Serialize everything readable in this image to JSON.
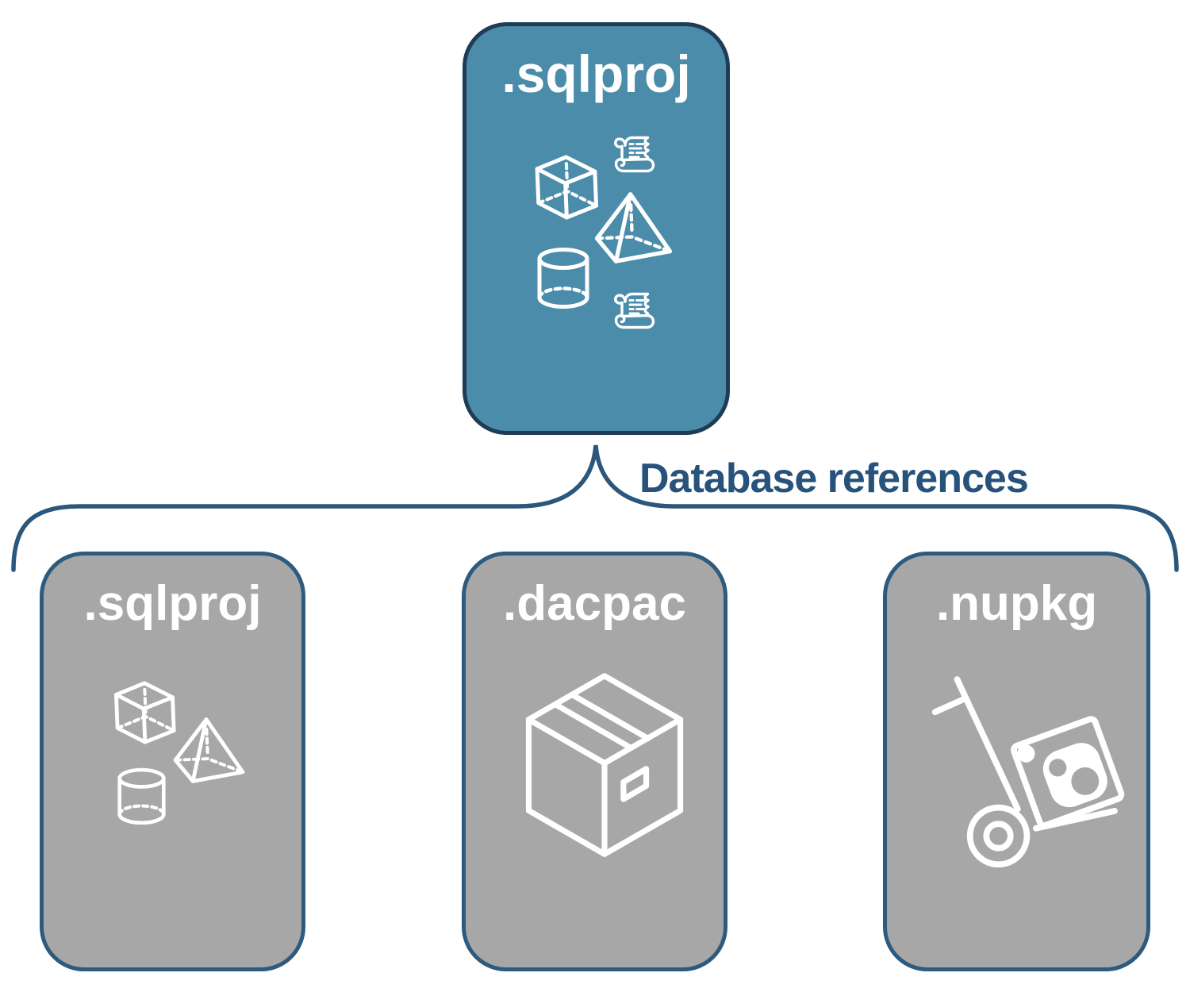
{
  "colors": {
    "background": "#FFFFFF",
    "root_fill": "#4B8CAB",
    "root_border": "#1E3C56",
    "child_fill": "#A7A7A7",
    "child_border": "#2E5B7D",
    "connector_line": "#2B577C",
    "connector_label_text": "#27527B",
    "title_text": "#FFFFFF",
    "icon_stroke": "#FFFFFF"
  },
  "diagram": {
    "root": {
      "label": ".sqlproj",
      "icons": [
        "scroll-icon",
        "cube-icon",
        "pyramid-icon",
        "cylinder-icon",
        "scroll-icon"
      ]
    },
    "connector": {
      "label": "Database references"
    },
    "children": [
      {
        "label": ".sqlproj",
        "icons": [
          "cube-icon",
          "pyramid-icon",
          "cylinder-icon"
        ]
      },
      {
        "label": ".dacpac",
        "icons": [
          "package-box-icon"
        ]
      },
      {
        "label": ".nupkg",
        "icons": [
          "hand-truck-nuget-icon"
        ]
      }
    ]
  }
}
